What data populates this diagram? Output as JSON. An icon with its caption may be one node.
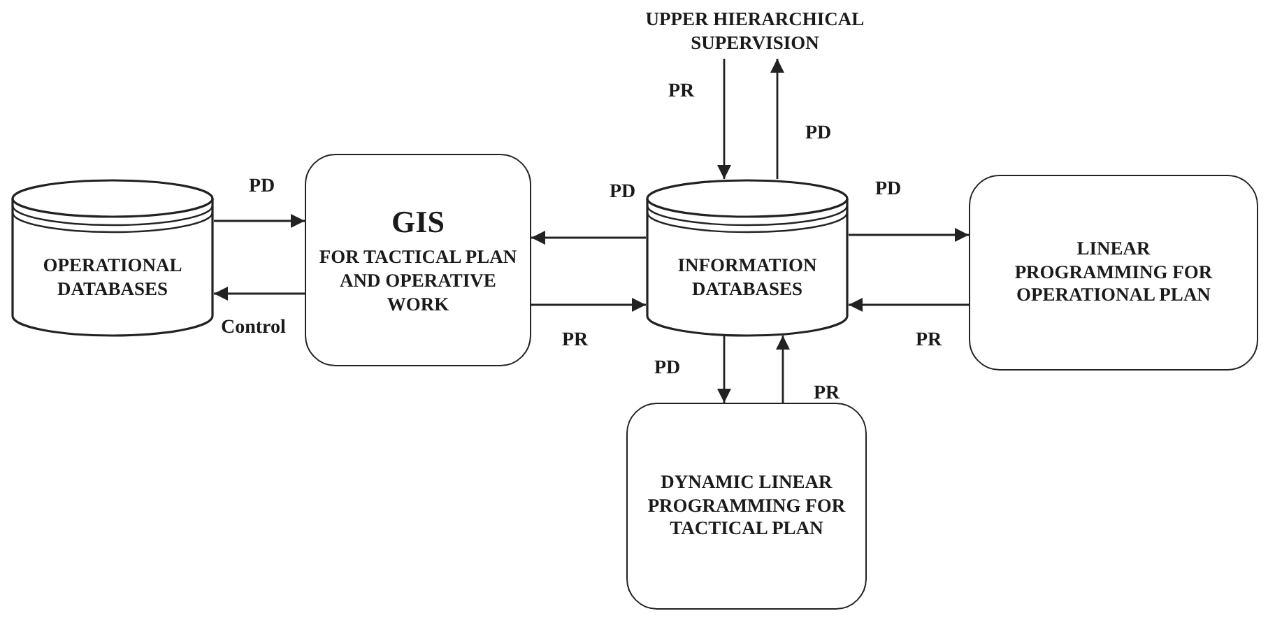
{
  "diagram": {
    "nodes": [
      {
        "text": [
          "OPERATIONAL DATABASES"
        ]
      },
      {
        "text": [
          "GIS",
          "FOR TACTICAL PLAN AND OPERATIVE WORK"
        ]
      },
      {
        "text": [
          "UPPER HIERARCHICAL SUPERVISION"
        ]
      },
      {
        "text": [
          "INFORMATION DATABASES"
        ]
      },
      {
        "text": [
          "LINEAR PROGRAMMING FOR OPERATIONAL PLAN"
        ]
      },
      {
        "text": [
          "DYNAMIC LINEAR PROGRAMMING FOR TACTICAL PLAN"
        ]
      }
    ],
    "edges": [
      {
        "from": 0,
        "to": 1,
        "arrow": "to",
        "label": "PD"
      },
      {
        "from": 1,
        "to": 0,
        "arrow": "to",
        "label": "Control"
      },
      {
        "from": 3,
        "to": 1,
        "arrow": "to",
        "label": "PD"
      },
      {
        "from": 1,
        "to": 3,
        "arrow": "to",
        "label": "PR"
      },
      {
        "from": 2,
        "to": 3,
        "arrow": "to",
        "label": "PR"
      },
      {
        "from": 3,
        "to": 2,
        "arrow": "to",
        "label": "PD"
      },
      {
        "from": 3,
        "to": 4,
        "arrow": "to",
        "label": "PD"
      },
      {
        "from": 4,
        "to": 3,
        "arrow": "to",
        "label": "PR"
      },
      {
        "from": 3,
        "to": 5,
        "arrow": "to",
        "label": "PD"
      },
      {
        "from": 5,
        "to": 3,
        "arrow": "to",
        "label": "PR"
      }
    ]
  }
}
